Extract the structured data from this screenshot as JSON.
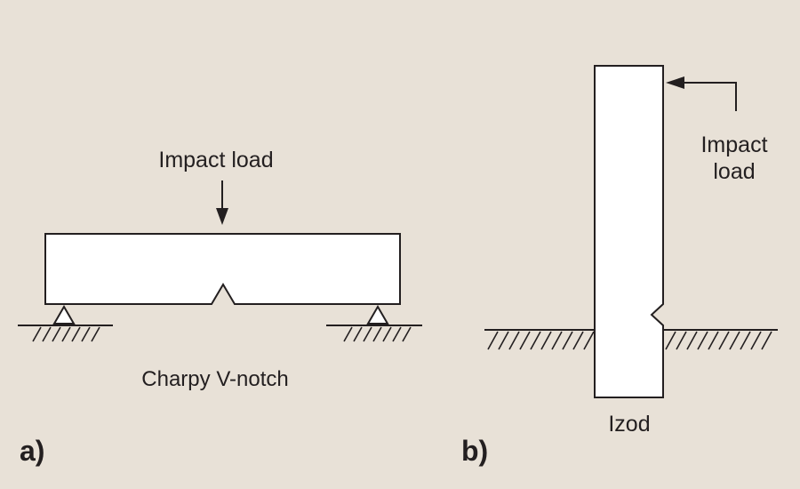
{
  "charpy": {
    "load_label": "Impact load",
    "caption": "Charpy V-notch",
    "panel_letter": "a)"
  },
  "izod": {
    "load_label_line1": "Impact",
    "load_label_line2": "load",
    "caption": "Izod",
    "panel_letter": "b)"
  },
  "colors": {
    "background": "#e8e1d7",
    "specimen_fill": "#ffffff",
    "ink": "#231f20"
  }
}
